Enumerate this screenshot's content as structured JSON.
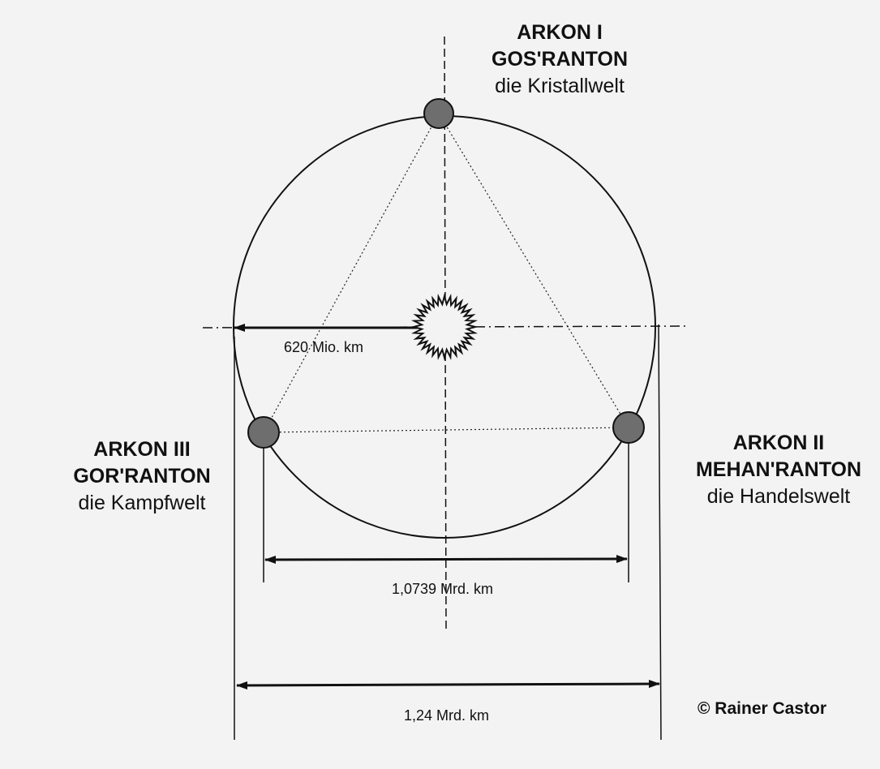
{
  "planets": {
    "arkon1": {
      "line1": "ARKON I",
      "line2": "GOS'RANTON",
      "line3": "die Kristallwelt"
    },
    "arkon2": {
      "line1": "ARKON II",
      "line2": "MEHAN'RANTON",
      "line3": "die Handelswelt"
    },
    "arkon3": {
      "line1": "ARKON III",
      "line2": "GOR'RANTON",
      "line3": "die Kampfwelt"
    }
  },
  "dimensions": {
    "radius": "620 Mio. km",
    "chord": "1,0739 Mrd. km",
    "diameter": "1,24 Mrd. km"
  },
  "copyright": "© Rainer Castor",
  "colors": {
    "planet": "#6e6e6e",
    "line": "#111111",
    "paper": "#f3f3f3"
  }
}
